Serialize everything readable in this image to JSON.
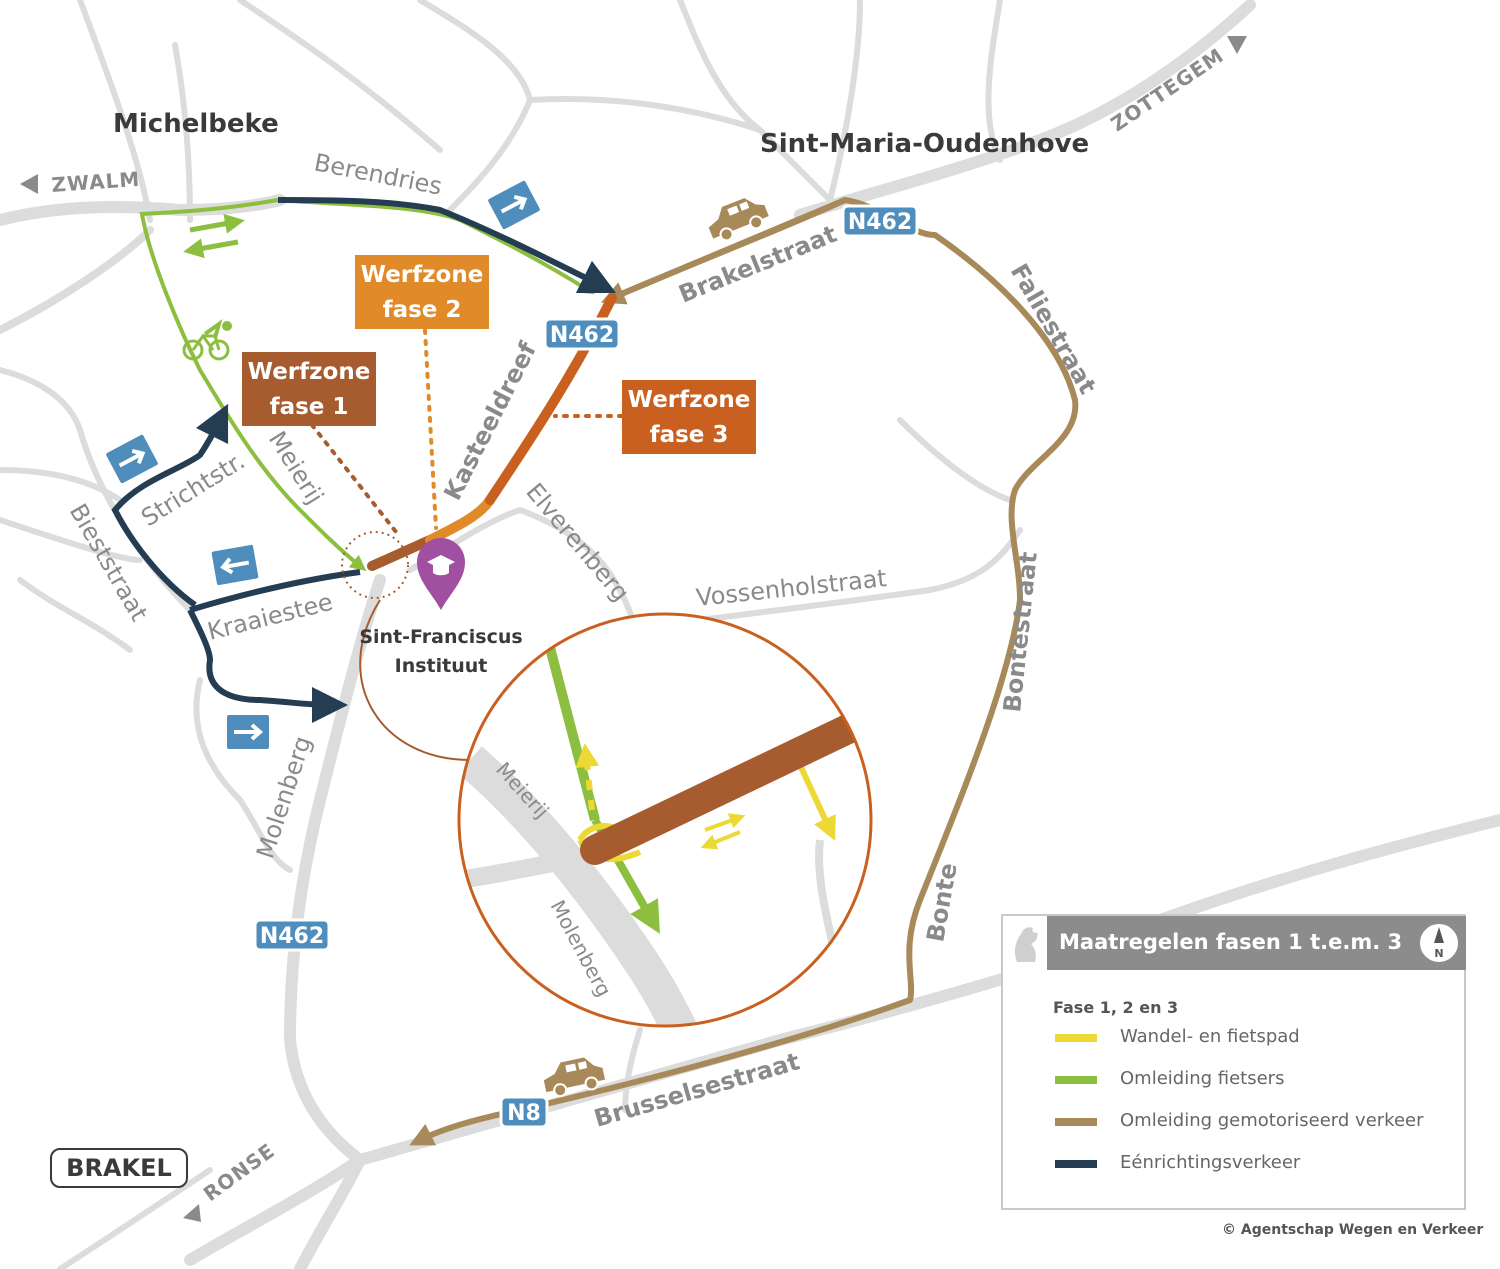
{
  "places": {
    "michelbeke": "Michelbeke",
    "sint_maria": "Sint-Maria-Oudenhove",
    "brakel": "BRAKEL"
  },
  "directions": {
    "zwalm": "ZWALM",
    "zottegem": "ZOTTEGEM",
    "ronse": "RONSE"
  },
  "streets": {
    "berendries": "Berendries",
    "brakelstraat": "Brakelstraat",
    "faliestraat": "Faliestraat",
    "kasteeldreef": "Kasteeldreef",
    "elverenberg": "Elverenberg",
    "vossenholstraat": "Vossenholstraat",
    "bontestraat": "Bontestraat",
    "bonte": "Bonte",
    "meierij": "Meierij",
    "strichtstr": "Strichtstr.",
    "bieststraat": "Bieststraat",
    "kraaiestee": "Kraaiestee",
    "molenberg": "Molenberg",
    "brusselsestraat": "Brusselsestraat"
  },
  "road_shields": {
    "n462_top": "N462",
    "n462_mid": "N462",
    "n462_bottom": "N462",
    "n8": "N8"
  },
  "work_zones": {
    "fase1": {
      "line1": "Werfzone",
      "line2": "fase 1",
      "color": "#a65c2e"
    },
    "fase2": {
      "line1": "Werfzone",
      "line2": "fase 2",
      "color": "#e08a2a"
    },
    "fase3": {
      "line1": "Werfzone",
      "line2": "fase 3",
      "color": "#c9601f"
    }
  },
  "school": {
    "line1": "Sint-Franciscus",
    "line2": "Instituut",
    "icon": "graduation-cap-pin-icon"
  },
  "inset": {
    "meierij": "Meierij",
    "molenberg": "Molenberg"
  },
  "legend": {
    "title": "Maatregelen fasen 1 t.e.m. 3",
    "subtitle": "Fase 1, 2 en 3",
    "items": [
      {
        "label": "Wandel- en fietspad",
        "color": "#ecd935"
      },
      {
        "label": "Omleiding fietsers",
        "color": "#8cbf3f"
      },
      {
        "label": "Omleiding gemotoriseerd verkeer",
        "color": "#a88a5a"
      },
      {
        "label": "Eénrichtingsverkeer",
        "color": "#253d52"
      }
    ]
  },
  "colors": {
    "one_way": "#253d52",
    "bike_detour": "#8cbf3f",
    "motor_detour": "#a88a5a",
    "walk_bike_path": "#ecd935",
    "school_pin": "#a14fa0",
    "shield": "#4f8dbd",
    "road": "#dcdcdc"
  },
  "copyright": "© Agentschap Wegen en Verkeer"
}
